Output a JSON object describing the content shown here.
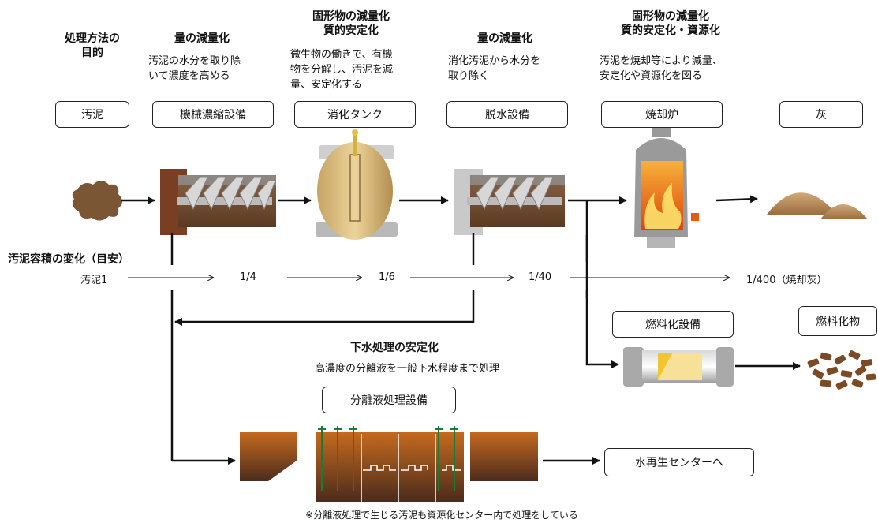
{
  "headers": {
    "purpose": "処理方法の\n目的",
    "thicken": "量の減量化",
    "digest_line1": "固形物の減量化",
    "digest_line2": "質的安定化",
    "dewater": "量の減量化",
    "incin_line1": "固形物の減量化",
    "incin_line2": "質的安定化・資源化"
  },
  "descriptions": {
    "thicken": "汚泥の水分を取り除\nいて濃度を高める",
    "digest": "微生物の働きで、有機\n物を分解し、汚泥を減\n量、安定化する",
    "dewater": "消化汚泥から水分を\n取り除く",
    "incin": "汚泥を焼却等により減量、\n安定化や資源化を図る"
  },
  "stages": {
    "sludge": "汚泥",
    "thickener": "機械濃縮設備",
    "digester": "消化タンク",
    "dewatering": "脱水設備",
    "incinerator": "焼却炉",
    "ash": "灰"
  },
  "volume": {
    "title": "汚泥容積の変化（目安）",
    "v0": "汚泥1",
    "v1": "1/4",
    "v2": "1/6",
    "v3": "1/40",
    "v4": "1/400（焼却灰）"
  },
  "fuel": {
    "facility": "燃料化設備",
    "product": "燃料化物"
  },
  "separation": {
    "title": "下水処理の安定化",
    "desc": "高濃度の分離液を一般下水程度まで処理",
    "facility": "分離液処理設備",
    "destination": "水再生センターへ"
  },
  "footnote": "※分離液処理で生じる汚泥も資源化センター内で処理をしている",
  "colors": {
    "sludge_brown": "#7a5232",
    "tank_tan": "#d9b878",
    "fire_orange": "#e8620e",
    "ash_tan": "#b78a55"
  }
}
